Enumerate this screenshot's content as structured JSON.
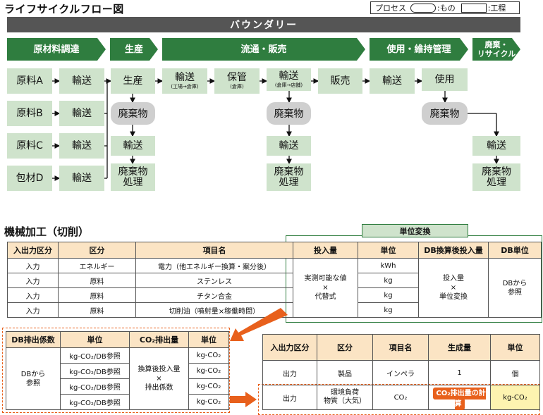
{
  "title": "ライフサイクルフロー図",
  "legend": {
    "process": "プロセス",
    "thing": ":もの",
    "step": ":工程"
  },
  "boundary": "バウンダリー",
  "phases": [
    "原材料調達",
    "生産",
    "流通・販売",
    "使用・維持管理",
    "廃棄・\nリサイクル"
  ],
  "flow": {
    "material_a": "原料A",
    "material_b": "原料B",
    "material_c": "原料C",
    "material_d": "包材D",
    "transport": "輸送",
    "production": "生産",
    "storage": "保管",
    "storage_sub": "(倉庫)",
    "transport1_sub": "(工場→倉庫)",
    "transport2_sub": "(倉庫→店舗)",
    "sales": "販売",
    "use": "使用",
    "waste": "廃棄物",
    "waste_treatment": "廃棄物\n処理"
  },
  "section2_title": "機械加工（切削）",
  "unit_conversion": "単位変換",
  "table1": {
    "headers": [
      "入出力区分",
      "区分",
      "項目名",
      "投入量",
      "単位",
      "DB換算後投入量",
      "DB単位"
    ],
    "rows": [
      [
        "入力",
        "エネルギー",
        "電力（他エネルギー換算・案分後）",
        "kWh"
      ],
      [
        "入力",
        "原料",
        "ステンレス",
        "kg"
      ],
      [
        "入力",
        "原料",
        "チタン合金",
        "kg"
      ],
      [
        "入力",
        "原料",
        "切削油（噴射量×稼働時間）",
        "kg"
      ]
    ],
    "input_amount": "実測可能な値\n×\n代替式",
    "db_amount": "投入量\n×\n単位変換",
    "db_unit": "DBから\n参照"
  },
  "table2": {
    "headers": [
      "DB排出係数",
      "単位",
      "CO₂排出量",
      "単位"
    ],
    "coef": "DBから\n参照",
    "units": [
      "kg-CO₂/DB参照",
      "kg-CO₂/DB参照",
      "kg-CO₂/DB参照",
      "kg-CO₂/DB参照"
    ],
    "emission": "換算後投入量\n×\n排出係数",
    "units2": [
      "kg-CO₂",
      "kg-CO₂",
      "kg-CO₂",
      "kg-CO₂"
    ]
  },
  "table3": {
    "headers": [
      "入出力区分",
      "区分",
      "項目名",
      "生成量",
      "単位"
    ],
    "rows": [
      [
        "出力",
        "製品",
        "インペラ",
        "1",
        "個"
      ],
      [
        "出力",
        "環境負荷\n物質（大気）",
        "CO₂",
        "CO₂排出量の計算",
        "kg-CO₂"
      ]
    ]
  }
}
